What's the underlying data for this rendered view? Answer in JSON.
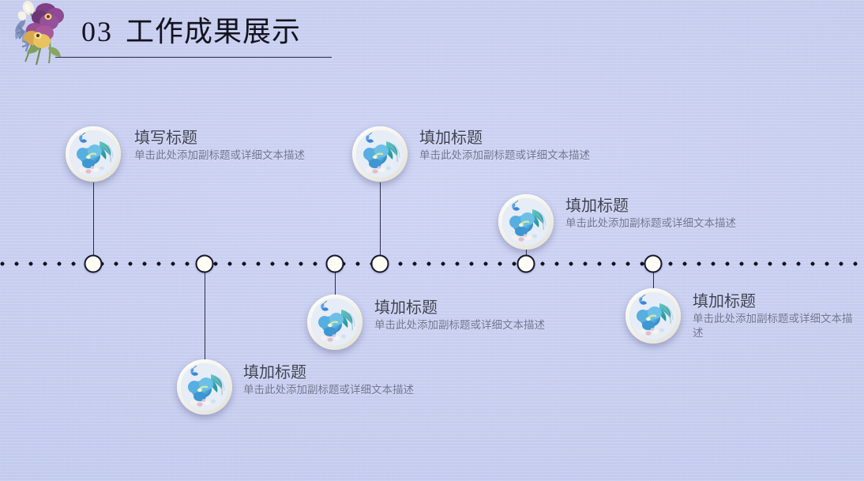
{
  "slide": {
    "background_color": "#c7ceef",
    "header": {
      "number": "03",
      "title": "工作成果展示",
      "decoration_icon": "flower-bouquet-icon"
    },
    "timeline": {
      "line_style": "dotted",
      "line_color": "#16162a",
      "node_count": 6,
      "node_fill": "#fdfdf5"
    },
    "items": [
      {
        "title": "填写标题",
        "desc": "单击此处添加副标题或详细文本描述",
        "position": "above",
        "icon": "blue-morning-glory-medallion-icon"
      },
      {
        "title": "填加标题",
        "desc": "单击此处添加副标题或详细文本描述",
        "position": "below",
        "icon": "blue-morning-glory-medallion-icon"
      },
      {
        "title": "填加标题",
        "desc": "单击此处添加副标题或详细文本描述",
        "position": "below",
        "icon": "blue-morning-glory-medallion-icon"
      },
      {
        "title": "填加标题",
        "desc": "单击此处添加副标题或详细文本描述",
        "position": "above",
        "icon": "blue-morning-glory-medallion-icon"
      },
      {
        "title": "填加标题",
        "desc": "单击此处添加副标题或详细文本描述",
        "position": "above",
        "icon": "blue-morning-glory-medallion-icon"
      },
      {
        "title": "填加标题",
        "desc": "单击此处添加副标题或详细文本描述",
        "position": "below",
        "icon": "blue-morning-glory-medallion-icon"
      }
    ]
  }
}
